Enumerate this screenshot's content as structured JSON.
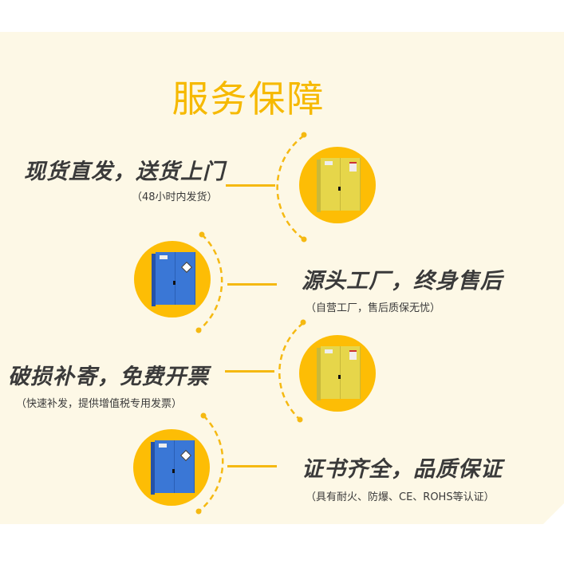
{
  "page": {
    "title": "服务保障",
    "colors": {
      "accent": "#f6b900",
      "circle": "#fdbd05",
      "panel_bg": "#fdf8e6",
      "text": "#3a3a3a"
    }
  },
  "services": [
    {
      "title": "现货直发，送货上门",
      "subtitle": "（48小时内发货）",
      "image": "yellow-safety-cabinet-icon"
    },
    {
      "title": "源头工厂，终身售后",
      "subtitle": "（自营工厂，售后质保无忧）",
      "image": "blue-corrosive-cabinet-icon"
    },
    {
      "title": "破损补寄，免费开票",
      "subtitle": "（快速补发，提供增值税专用发票）",
      "image": "yellow-safety-cabinet-icon"
    },
    {
      "title": "证书齐全，品质保证",
      "subtitle": "（具有耐火、防爆、CE、ROHS等认证）",
      "image": "blue-corrosive-cabinet-icon"
    }
  ]
}
